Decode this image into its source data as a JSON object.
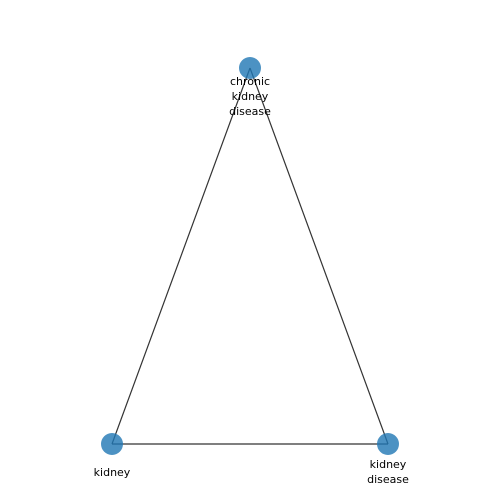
{
  "graph": {
    "node_color": "#1f77b4",
    "edge_color": "#333333",
    "nodes": [
      {
        "id": "chronic-kidney-disease",
        "label_lines": [
          "chronic",
          "kidney",
          "disease"
        ]
      },
      {
        "id": "kidney",
        "label_lines": [
          "kidney"
        ]
      },
      {
        "id": "kidney-disease",
        "label_lines": [
          "kidney",
          "disease"
        ]
      }
    ],
    "edges": [
      {
        "from": "chronic-kidney-disease",
        "to": "kidney"
      },
      {
        "from": "chronic-kidney-disease",
        "to": "kidney-disease"
      },
      {
        "from": "kidney",
        "to": "kidney-disease"
      }
    ]
  }
}
